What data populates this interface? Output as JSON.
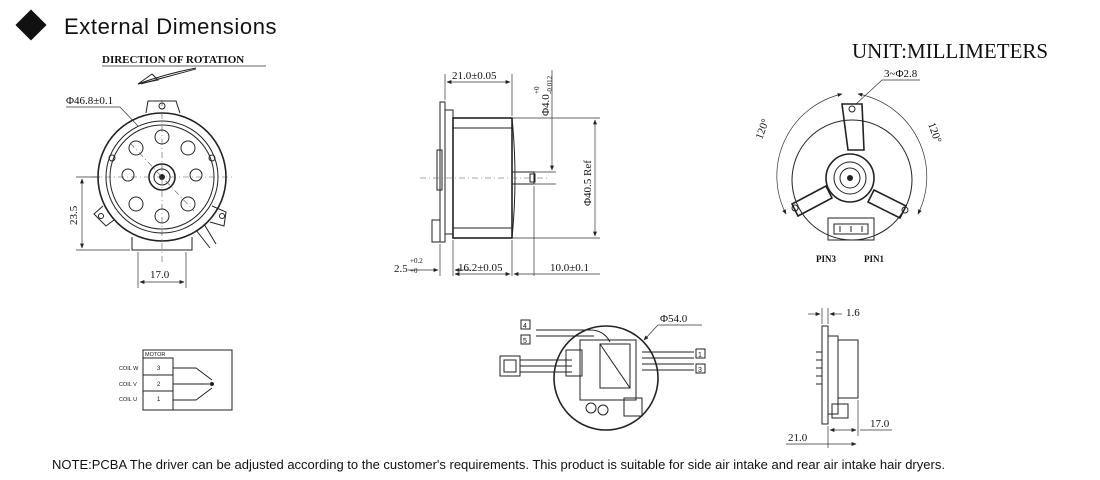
{
  "header": {
    "title": "External Dimensions",
    "unit": "UNIT:MILLIMETERS"
  },
  "front_view": {
    "rotation_label": "DIRECTION OF ROTATION",
    "diameter": "Φ46.8±0.1",
    "height": "23.5",
    "width": "17.0"
  },
  "side_view": {
    "length": "21.0±0.05",
    "shaft_diameter_main": "Φ4.0",
    "shaft_tol_top": "+0",
    "shaft_tol_bottom": "-0.012",
    "body_diameter": "Φ40.5 Ref",
    "flange_main": "2.5",
    "flange_tol_top": "+0.2",
    "flange_tol_bottom": "+0",
    "body_length": "16.2±0.05",
    "shaft_length": "10.0±0.1"
  },
  "rear_view": {
    "holes": "3~Φ2.8",
    "angle_left": "120°",
    "angle_right": "120°",
    "pin_left": "PIN3",
    "pin_right": "PIN1"
  },
  "wiring": {
    "header": "MOTOR",
    "rows": [
      {
        "label": "COIL W",
        "pin": "3"
      },
      {
        "label": "COIL V",
        "pin": "2"
      },
      {
        "label": "COIL U",
        "pin": "1"
      }
    ]
  },
  "pcb_view": {
    "diameter": "Φ54.0",
    "marks": [
      "4",
      "5",
      "1",
      "3"
    ]
  },
  "pcb_side": {
    "thickness": "1.6",
    "depth": "17.0",
    "total": "21.0"
  },
  "footer": {
    "note": "NOTE:PCBA The driver can be adjusted according to the customer's requirements. This product is suitable for side air intake and rear air intake hair dryers."
  }
}
